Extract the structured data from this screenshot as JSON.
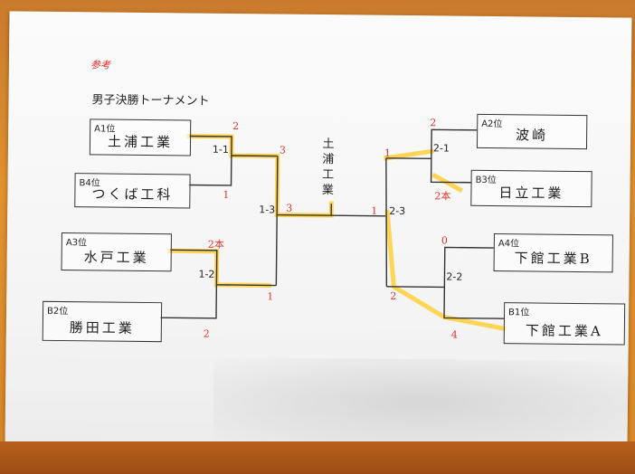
{
  "header": {
    "corner_note": "参考",
    "title": "男子決勝トーナメント"
  },
  "teams": [
    {
      "seed": "A1位",
      "name": "土浦工業"
    },
    {
      "seed": "B4位",
      "name": "つくば工科"
    },
    {
      "seed": "A3位",
      "name": "水戸工業"
    },
    {
      "seed": "B2位",
      "name": "勝田工業"
    },
    {
      "seed": "A2位",
      "name": "波崎"
    },
    {
      "seed": "B3位",
      "name": "日立工業"
    },
    {
      "seed": "A4位",
      "name": "下館工業B"
    },
    {
      "seed": "B1位",
      "name": "下館工業A"
    }
  ],
  "matches": {
    "left_qf_top": "1-1",
    "left_qf_bottom": "1-2",
    "left_sf": "1-3",
    "right_qf_top": "2-1",
    "right_qf_bottom": "2-2",
    "right_sf": "2-3"
  },
  "scores": {
    "tsuchiura": "2",
    "tsukuba": "1",
    "mito": "2本",
    "katsuta": "2",
    "left_qf_top_winner": "3",
    "left_qf_bottom_winner": "1",
    "final_left": "3",
    "final_right": "1",
    "hasaki": "2",
    "hitachi": "2本",
    "shimodate_b": "0",
    "shimodate_a": "4",
    "right_qf_top_winner": "1",
    "right_qf_bottom_winner": "2"
  },
  "champion": [
    "土",
    "浦",
    "工",
    "業"
  ],
  "colors": {
    "highlight": "#ffcf3a",
    "score_red": "#e0312b",
    "line": "#333333",
    "wall": "#e2922f"
  }
}
